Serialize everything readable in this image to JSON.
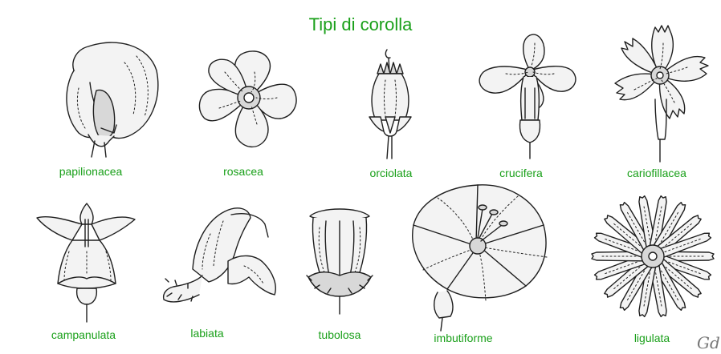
{
  "title": "Tipi di corolla",
  "signature": "Gd",
  "flowers": [
    {
      "key": "papilionacea",
      "label": "papilionacea"
    },
    {
      "key": "rosacea",
      "label": "rosacea"
    },
    {
      "key": "orciolata",
      "label": "orciolata"
    },
    {
      "key": "crucifera",
      "label": "crucifera"
    },
    {
      "key": "cariofillacea",
      "label": "cariofillacea"
    },
    {
      "key": "campanulata",
      "label": "campanulata"
    },
    {
      "key": "labiata",
      "label": "labiata"
    },
    {
      "key": "tubolosa",
      "label": "tubolosa"
    },
    {
      "key": "imbutiforme",
      "label": "imbutiforme"
    },
    {
      "key": "ligulata",
      "label": "ligulata"
    }
  ],
  "colors": {
    "label": "#1aa01a",
    "line": "#1f1f1f",
    "fill": "#f3f3f3"
  }
}
